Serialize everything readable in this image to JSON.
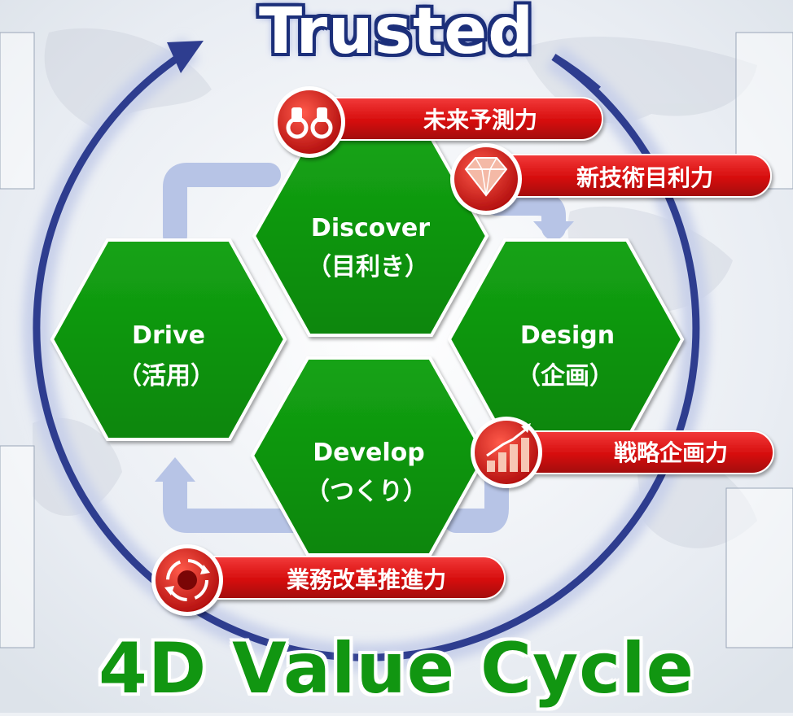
{
  "trusted_title": "Trusted",
  "cycle_title": "4D Value Cycle",
  "stages": [
    {
      "name": "Discover",
      "sub": "（目利き）"
    },
    {
      "name": "Design",
      "sub": "（企画）"
    },
    {
      "name": "Develop",
      "sub": "（つくり）"
    },
    {
      "name": "Drive",
      "sub": "（活用）"
    }
  ],
  "capabilities": [
    {
      "label": "未来予測力",
      "icon": "binoculars-icon"
    },
    {
      "label": "新技術目利力",
      "icon": "diamond-icon"
    },
    {
      "label": "戦略企画力",
      "icon": "growth-chart-icon"
    },
    {
      "label": "業務改革推進力",
      "icon": "cycle-arrows-icon"
    }
  ],
  "colors": {
    "hexagon_green": "#0e940e",
    "badge_red": "#d80e0e",
    "ring_blue": "#2e3d8f",
    "title_green": "#119611",
    "title_outline_blue": "#1c2f7a"
  }
}
